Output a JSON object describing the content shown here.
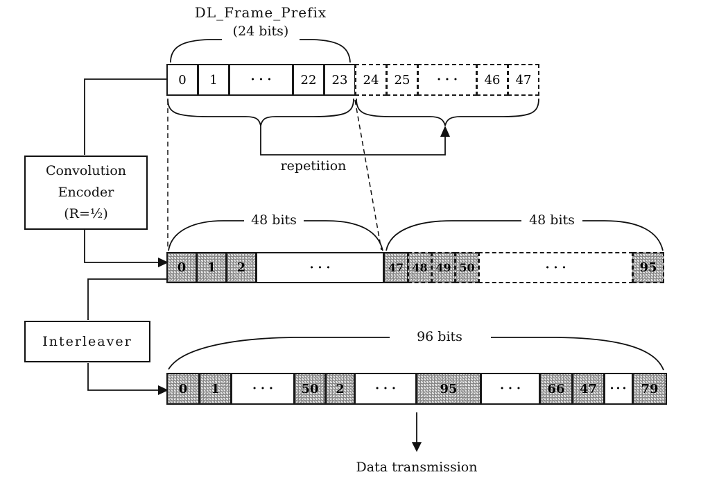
{
  "title": {
    "name": "DL_Frame_Prefix",
    "bits": "(24 bits)"
  },
  "encoder_box": {
    "line1": "Convolution",
    "line2": "Encoder",
    "line3": "(R=½)"
  },
  "interleaver_box": {
    "label": "Interleaver"
  },
  "annotations": {
    "repetition": "repetition",
    "left48": "48 bits",
    "right48": "48 bits",
    "total96": "96 bits",
    "output": "Data transmission"
  },
  "colors": {
    "ink": "#111111",
    "background": "#ffffff",
    "hatch": "#878787"
  },
  "prefix_row": {
    "cells": [
      {
        "label": "0"
      },
      {
        "label": "1"
      },
      {
        "label": "···"
      },
      {
        "label": "22"
      },
      {
        "label": "23"
      },
      {
        "label": "24"
      },
      {
        "label": "25"
      },
      {
        "label": "···"
      },
      {
        "label": "46"
      },
      {
        "label": "47"
      }
    ]
  },
  "encoded_row": {
    "cells": [
      {
        "label": "0"
      },
      {
        "label": "1"
      },
      {
        "label": "2"
      },
      {
        "label": "···"
      },
      {
        "label": "47"
      },
      {
        "label": "48"
      },
      {
        "label": "49"
      },
      {
        "label": "50"
      },
      {
        "label": "···"
      },
      {
        "label": "95"
      }
    ]
  },
  "interleaved_row": {
    "cells": [
      {
        "label": "0"
      },
      {
        "label": "1"
      },
      {
        "label": "···"
      },
      {
        "label": "50"
      },
      {
        "label": "2"
      },
      {
        "label": "···"
      },
      {
        "label": "95"
      },
      {
        "label": "···"
      },
      {
        "label": "66"
      },
      {
        "label": "47"
      },
      {
        "label": "···"
      },
      {
        "label": "79"
      }
    ]
  }
}
